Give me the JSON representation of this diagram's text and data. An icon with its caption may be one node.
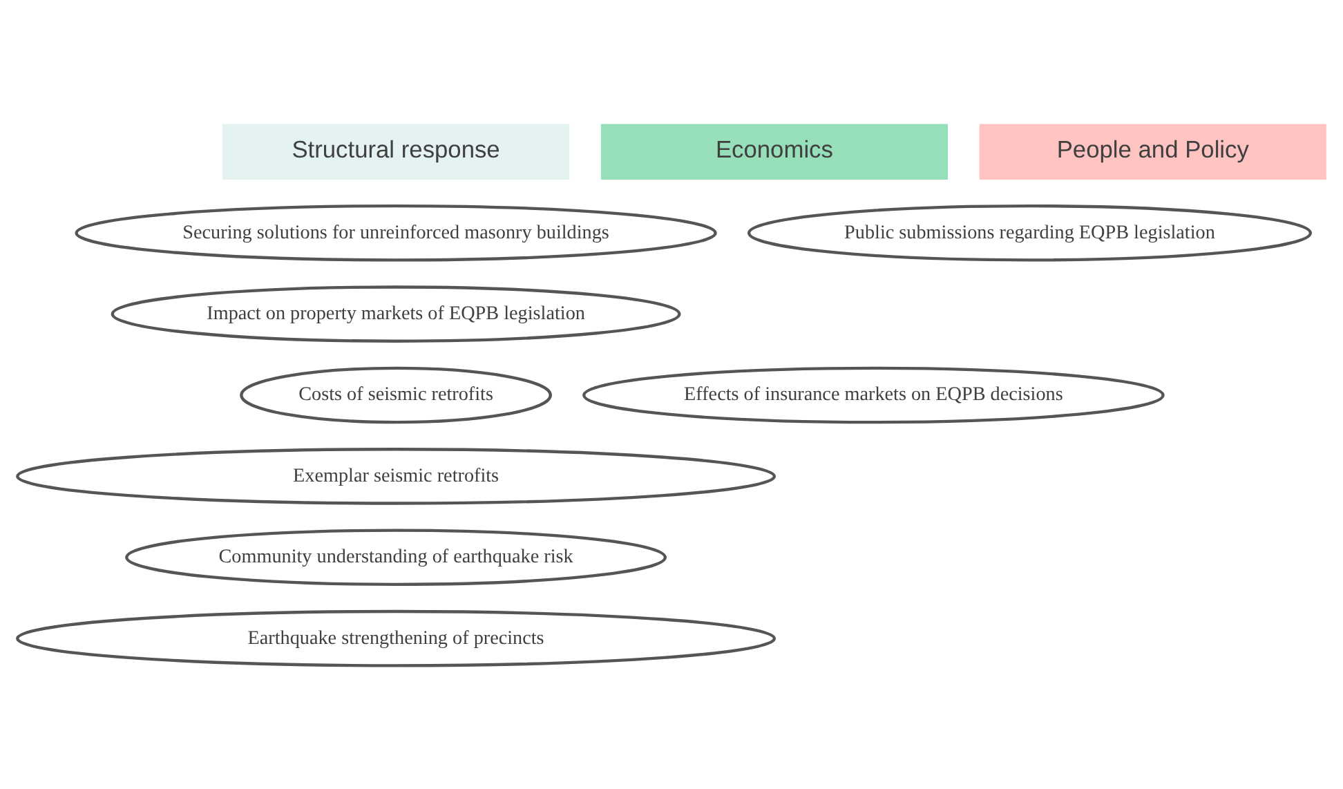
{
  "diagram": {
    "nodes": [
      {
        "text": [
          "Structural response"
        ]
      },
      {
        "text": [
          "Economics"
        ]
      },
      {
        "text": [
          "People and Policy"
        ]
      },
      {
        "text": [
          "Securing solutions for unreinforced masonry buildings"
        ]
      },
      {
        "text": [
          "Public submissions regarding EQPB legislation"
        ]
      },
      {
        "text": [
          "Impact on property markets of EQPB legislation"
        ]
      },
      {
        "text": [
          "Costs of seismic retrofits"
        ]
      },
      {
        "text": [
          "Effects of insurance markets on EQPB decisions"
        ]
      },
      {
        "text": [
          "Exemplar seismic retrofits"
        ]
      },
      {
        "text": [
          "Community understanding of earthquake risk"
        ]
      },
      {
        "text": [
          "Earthquake strengthening of precincts"
        ]
      }
    ]
  }
}
